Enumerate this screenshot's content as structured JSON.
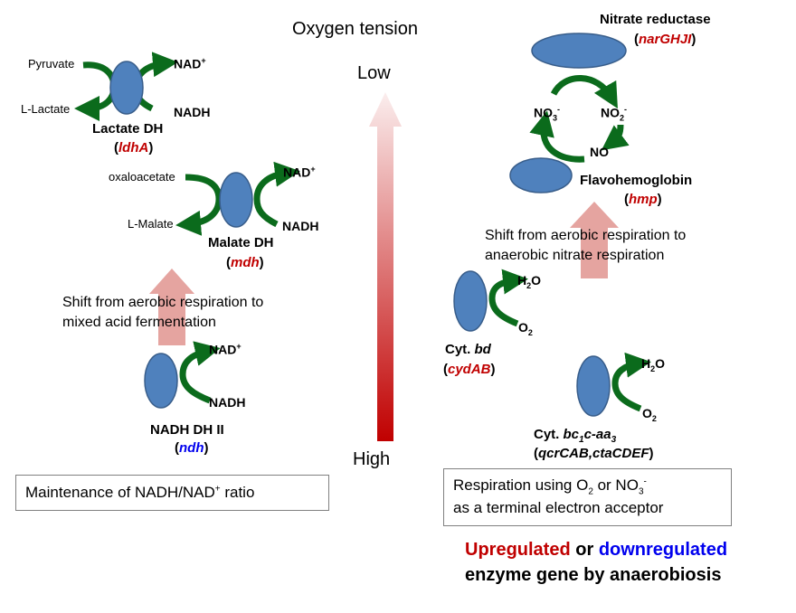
{
  "colors": {
    "enzyme_fill": "#4f81bd",
    "enzyme_stroke": "#385d8a",
    "green_arrow": "#0b6b1c",
    "pink_arrow": "#e29a96",
    "upregulated": "#c00000",
    "downregulated": "#0000ee",
    "gradient_low": "#f8e9e9",
    "gradient_high": "#c00000"
  },
  "oxygen_axis": {
    "title": "Oxygen tension",
    "low_label": "Low",
    "high_label": "High"
  },
  "left": {
    "lactate_dh": {
      "substrate": "Pyruvate",
      "product": "L-Lactate",
      "cofactor_out": "NAD",
      "cofactor_in": "NADH",
      "name": "Lactate DH",
      "gene": "ldhA"
    },
    "malate_dh": {
      "substrate": "oxaloacetate",
      "product": "L-Malate",
      "cofactor_out": "NAD",
      "cofactor_in": "NADH",
      "name": "Malate DH",
      "gene": "mdh"
    },
    "shift_text_1": "Shift from aerobic respiration to",
    "shift_text_2": "mixed acid fermentation",
    "nadh_dh": {
      "cofactor_out": "NAD",
      "cofactor_in": "NADH",
      "name": "NADH DH II",
      "gene": "ndh"
    },
    "caption_a": "Maintenance of NADH/NAD",
    "caption_b": " ratio"
  },
  "right": {
    "nitrate_reductase": {
      "name": "Nitrate reductase",
      "gene": "narGHJI"
    },
    "no3_label": "NO",
    "no2_label": "NO",
    "no_label": "NO",
    "flavohemoglobin": {
      "name": "Flavohemoglobin",
      "gene": "hmp"
    },
    "shift_text_1": "Shift from aerobic respiration to",
    "shift_text_2": "anaerobic nitrate respiration",
    "cyt_bd": {
      "prefix": "Cyt. ",
      "italic": "bd",
      "gene": "cydAB",
      "h2o": "H",
      "o2": "O"
    },
    "cyt_bc1": {
      "prefix": "Cyt. ",
      "gene": "qcrCAB,ctaCDEF",
      "h2o": "H",
      "o2": "O"
    },
    "caption_line1_a": "Respiration using O",
    "caption_line1_b": " or NO",
    "caption_line2": "as a terminal electron acceptor"
  },
  "legend": {
    "up": "Upregulated",
    "or": " or ",
    "down": "downregulated",
    "line2": "enzyme gene by anaerobiosis"
  }
}
